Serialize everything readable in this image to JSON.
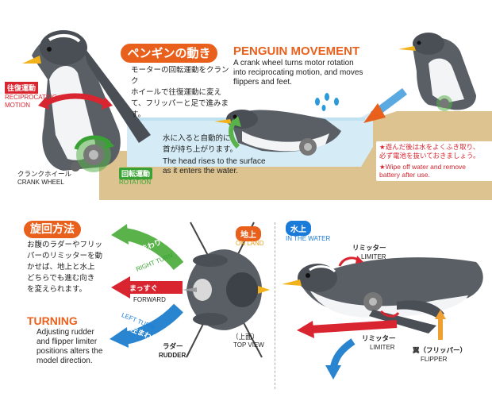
{
  "movement": {
    "title_jp": "ペンギンの動き",
    "title_en": "PENGUIN MOVEMENT",
    "desc_jp": [
      "モーターの回転運動をクランク",
      "ホイールで往復運動に変え",
      "て、フリッパーと足で進みます。"
    ],
    "desc_en": [
      "A crank wheel turns motor rotation",
      "into reciprocating motion, and moves",
      "flippers and feet."
    ],
    "reciprocating_jp": "往復運動",
    "reciprocating_en": [
      "RECIPROCATING",
      "MOTION"
    ],
    "crank_jp": "クランクホイール",
    "crank_en": "CRANK WHEEL",
    "rotation_jp": "回転運動",
    "rotation_en": "ROTATION",
    "water_jp": [
      "水に入ると自動的に",
      "首が持ち上がります。"
    ],
    "water_en": [
      "The head rises to the surface",
      "as it enters the water."
    ],
    "note_jp": [
      "★遊んだ後は水をよくふき取り、",
      "必ず電池を抜いておきましょう。"
    ],
    "note_en": [
      "★Wipe off water and remove",
      "battery after use."
    ]
  },
  "turning": {
    "title_jp": "旋回方法",
    "title_en": "TURNING",
    "desc_jp": [
      "お腹のラダーやフリッ",
      "パーのリミッターを動",
      "かせば、地上と水上",
      "どちらでも進む向き",
      "を変えられます。"
    ],
    "desc_en": [
      "Adjusting rudder",
      "and flipper limiter",
      "positions alters the",
      "model direction."
    ],
    "right_jp": "右まわり",
    "right_en": "RIGHT TURN",
    "forward_jp": "まっすぐ",
    "forward_en": "FORWARD",
    "left_jp": "左まわり",
    "left_en": "LEFT TURN",
    "rudder_jp": "ラダー",
    "rudder_en": "RUDDER",
    "topview_jp": "（上面）",
    "topview_en": "TOP VIEW"
  },
  "on_land": {
    "label_jp": "地上",
    "label_en": "ON LAND"
  },
  "in_water": {
    "label_jp": "水上",
    "label_en": "IN THE WATER",
    "limiter_top_jp": "リミッター",
    "limiter_top_en": "LIMITER",
    "limiter_bottom_jp": "リミッター",
    "limiter_bottom_en": "LIMITER",
    "flipper_jp": "翼（フリッパー）",
    "flipper_en": "FLIPPER"
  },
  "colors": {
    "accent": "#e8601c",
    "red": "#d8252f",
    "green": "#3aa235",
    "blue": "#1a7bd8",
    "sand": "#dcc38f",
    "water": "#d5ecf7"
  }
}
